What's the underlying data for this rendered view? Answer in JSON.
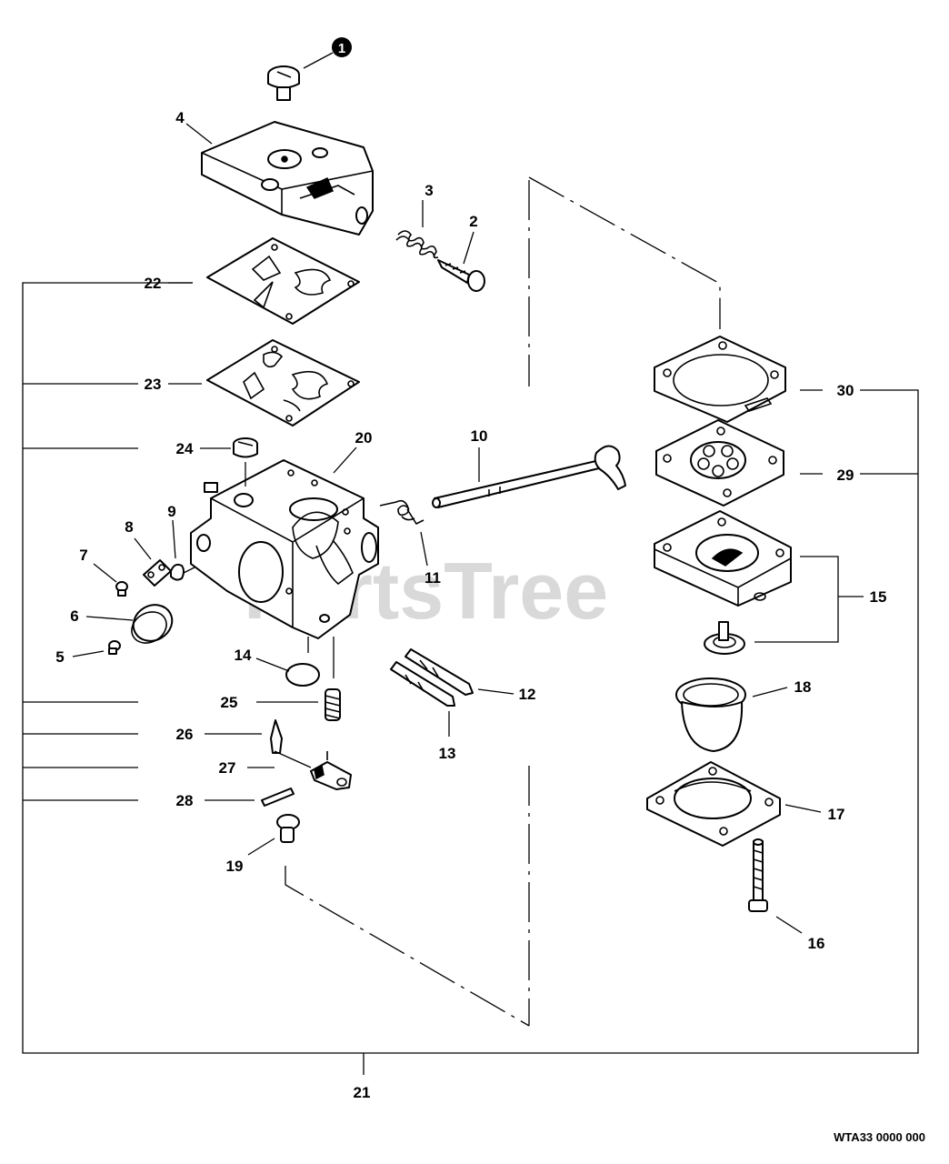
{
  "watermark": "PartsTree",
  "footer_code": "WTA33 0000 000",
  "callout_badge": "1",
  "labels": {
    "l2": "2",
    "l3": "3",
    "l4": "4",
    "l5": "5",
    "l6": "6",
    "l7": "7",
    "l8": "8",
    "l9": "9",
    "l10": "10",
    "l11": "11",
    "l12": "12",
    "l13": "13",
    "l14": "14",
    "l15": "15",
    "l16": "16",
    "l17": "17",
    "l18": "18",
    "l19": "19",
    "l20": "20",
    "l21": "21",
    "l22": "22",
    "l23": "23",
    "l24": "24",
    "l25": "25",
    "l26": "26",
    "l27": "27",
    "l28": "28",
    "l29": "29",
    "l30": "30"
  }
}
